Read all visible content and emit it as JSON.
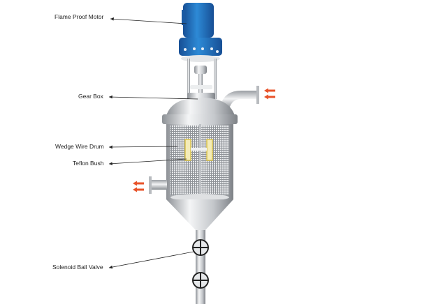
{
  "labels": {
    "motor": "Flame Proof Motor",
    "gearbox": "Gear Box",
    "drum": "Wedge Wire Drum",
    "bush": "Teflon Bush",
    "valve": "Solenoid Ball Valve"
  },
  "colors": {
    "motor_blue": "#1f6fb5",
    "flange_blue": "#1a56a8",
    "steel": "#c9ccd0",
    "arrow": "#e8532a",
    "bush": "#d9c24a"
  }
}
